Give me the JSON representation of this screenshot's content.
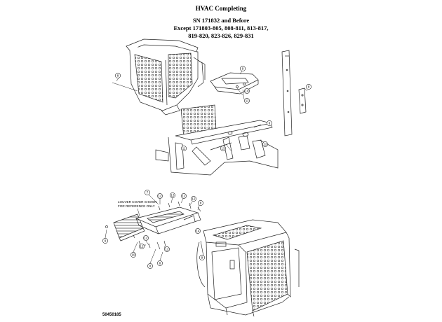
{
  "header": {
    "title": "HVAC Completing",
    "serial": "SN 171832 and Before",
    "except_line1": "Except 171803-805, 808-811, 813-817,",
    "except_line2": "819-820, 823-826, 829-831"
  },
  "footer": {
    "part_number": "50450185"
  },
  "notes": {
    "louver_line1": "LOUVER COVER SHOWN",
    "louver_line2": "FOR REFERENCE ONLY"
  },
  "callouts": {
    "upper": [
      "8",
      "9",
      "10",
      "11",
      "8",
      "12",
      "13",
      "11",
      "8"
    ],
    "lower": [
      "7",
      "12",
      "13",
      "12",
      "12",
      "8",
      "14",
      "12",
      "10",
      "9",
      "8",
      "12",
      "12",
      "8",
      "9"
    ]
  },
  "colors": {
    "ink": "#000000",
    "paper": "#ffffff",
    "line": "#333333"
  }
}
